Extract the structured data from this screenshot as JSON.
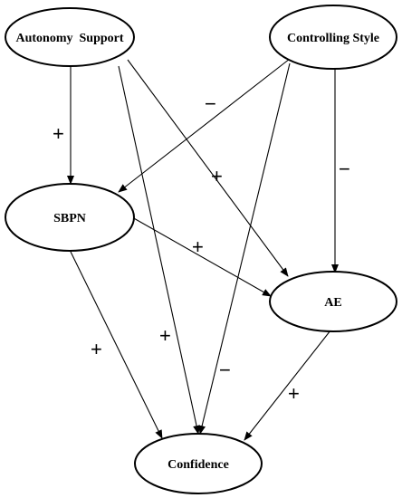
{
  "nodes": {
    "autonomy_support": "Autonomy  Support",
    "controlling_style": "Controlling Style",
    "sbpn": "SBPN",
    "ae": "AE",
    "confidence": "Confidence"
  },
  "edges": [
    {
      "from": "autonomy_support",
      "to": "sbpn",
      "sign": "+"
    },
    {
      "from": "autonomy_support",
      "to": "confidence",
      "sign": "+"
    },
    {
      "from": "autonomy_support",
      "to": "ae",
      "sign": "+"
    },
    {
      "from": "controlling_style",
      "to": "sbpn",
      "sign": "−"
    },
    {
      "from": "controlling_style",
      "to": "ae",
      "sign": "−"
    },
    {
      "from": "controlling_style",
      "to": "confidence",
      "sign": "−"
    },
    {
      "from": "sbpn",
      "to": "ae",
      "sign": "+"
    },
    {
      "from": "sbpn",
      "to": "confidence",
      "sign": "+"
    },
    {
      "from": "ae",
      "to": "confidence",
      "sign": "+"
    }
  ]
}
